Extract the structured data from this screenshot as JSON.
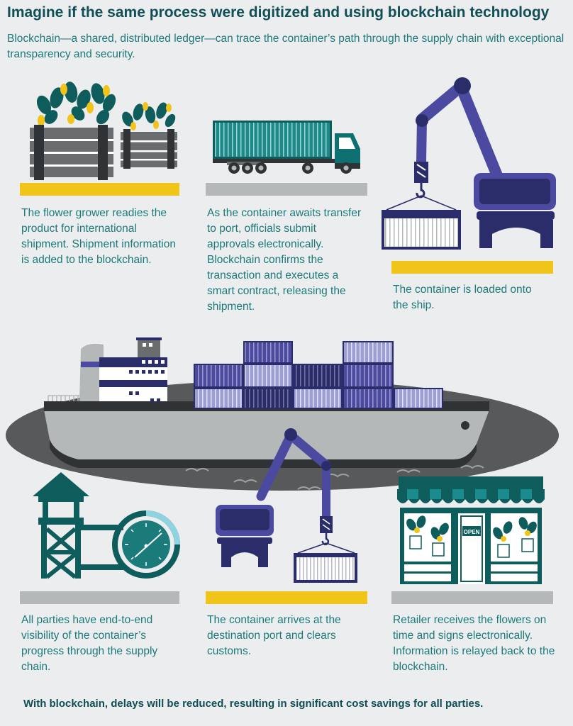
{
  "header": {
    "title": "Imagine if the same process were digitized and using blockchain technology",
    "subtitle": "Blockchain—a shared, distributed ledger—can trace the container’s path through the supply chain with exceptional transparency and security."
  },
  "steps": [
    {
      "text": "The flower grower readies the product for international shipment. Shipment information is added to the blockchain."
    },
    {
      "text": "As the container awaits transfer to port, officials submit approvals electronically. Blockchain confirms the transaction and executes a smart contract, releasing the shipment."
    },
    {
      "text": "The container is loaded onto the ship."
    },
    {
      "text": "All parties have end-to-end visibility of the container’s progress through the supply chain."
    },
    {
      "text": "The container arrives at the destination port and clears customs."
    },
    {
      "text": "Retailer receives the flowers on time and signs electronically. Information is relayed back to the blockchain."
    }
  ],
  "shop_sign": "OPEN",
  "footer": "With blockchain, delays will be reduced, resulting in significant cost savings for all parties.",
  "colors": {
    "teal": "#0e5c5c",
    "teal_light": "#1b7a7a",
    "navy": "#2b2d6b",
    "purple": "#4b4aa0",
    "lavender": "#9d9ed6",
    "yellow": "#f0c419",
    "gray": "#b4b8b8",
    "ocean": "#57595b"
  }
}
